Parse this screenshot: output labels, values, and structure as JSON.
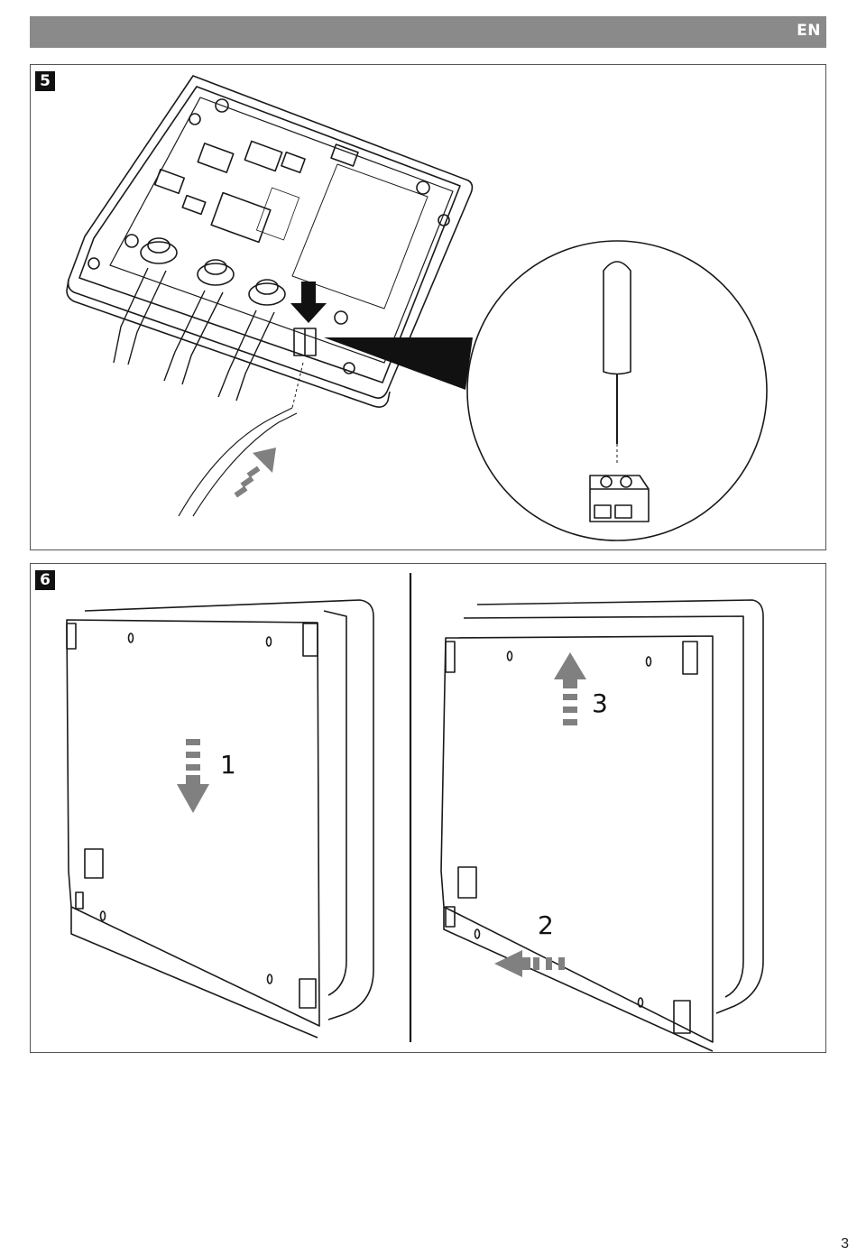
{
  "header": {
    "language_code": "EN"
  },
  "steps": [
    {
      "number": "5"
    },
    {
      "number": "6",
      "labels": [
        "1",
        "2",
        "3"
      ]
    }
  ],
  "page_number": "3",
  "colors": {
    "header_bar": "#8a8a8a",
    "badge": "#111111",
    "arrow_gray": "#808080"
  }
}
